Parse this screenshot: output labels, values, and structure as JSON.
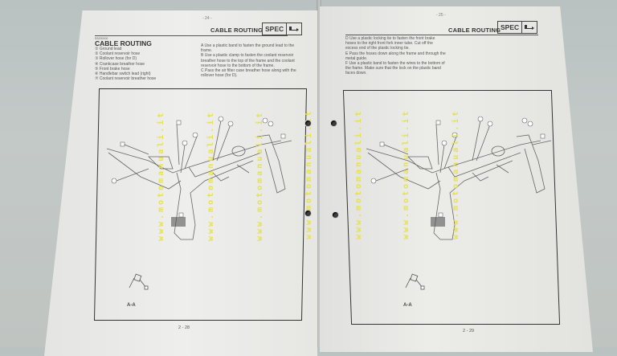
{
  "left_page": {
    "top_page_number": "- 24 -",
    "header_title": "CABLE ROUTING",
    "spec_label": "SPEC",
    "spec_icon": "wrench-hand-icon",
    "section_code": "EB200000",
    "section_title": "CABLE ROUTING",
    "legend": [
      "① Ground lead",
      "② Coolant reservoir hose",
      "③ Rollover hose (for D)",
      "④ Crankcase breather hose",
      "⑤ Front brake hose",
      "⑥ Handlebar switch lead (right)",
      "⑦ Coolant reservoir breather hose"
    ],
    "notes": [
      "A Use a plastic band to fasten the ground lead to the frame.",
      "B Use a plastic clamp to fasten the coolant reservoir breather hose to the top of the frame and the coolant reservoir hose to the bottom of the frame.",
      "C Pass the air filter case breather hose along with the rollover hose (for D)."
    ],
    "section_label": "A-A",
    "bottom_page_number": "2 - 28"
  },
  "right_page": {
    "top_page_number": "- 25 -",
    "header_title": "CABLE ROUTING",
    "spec_label": "SPEC",
    "spec_icon": "wrench-hand-icon",
    "notes": [
      "D Use a plastic locking tie to fasten the front brake hoses to the right front fork inner tube. Cut off the excess end of the plastic locking tie.",
      "E Pass the hoses down along the frame and through the metal guide.",
      "F Use a plastic band to fasten the wires to the bottom of the frame. Make sure that the lock on the plastic band faces down."
    ],
    "section_label": "A-A",
    "bottom_page_number": "2 - 29"
  },
  "watermark": "www.motomanuali.it",
  "colors": {
    "watermark": "#e8e23a",
    "paper": "#ececea",
    "background": "#bfc5c3"
  }
}
